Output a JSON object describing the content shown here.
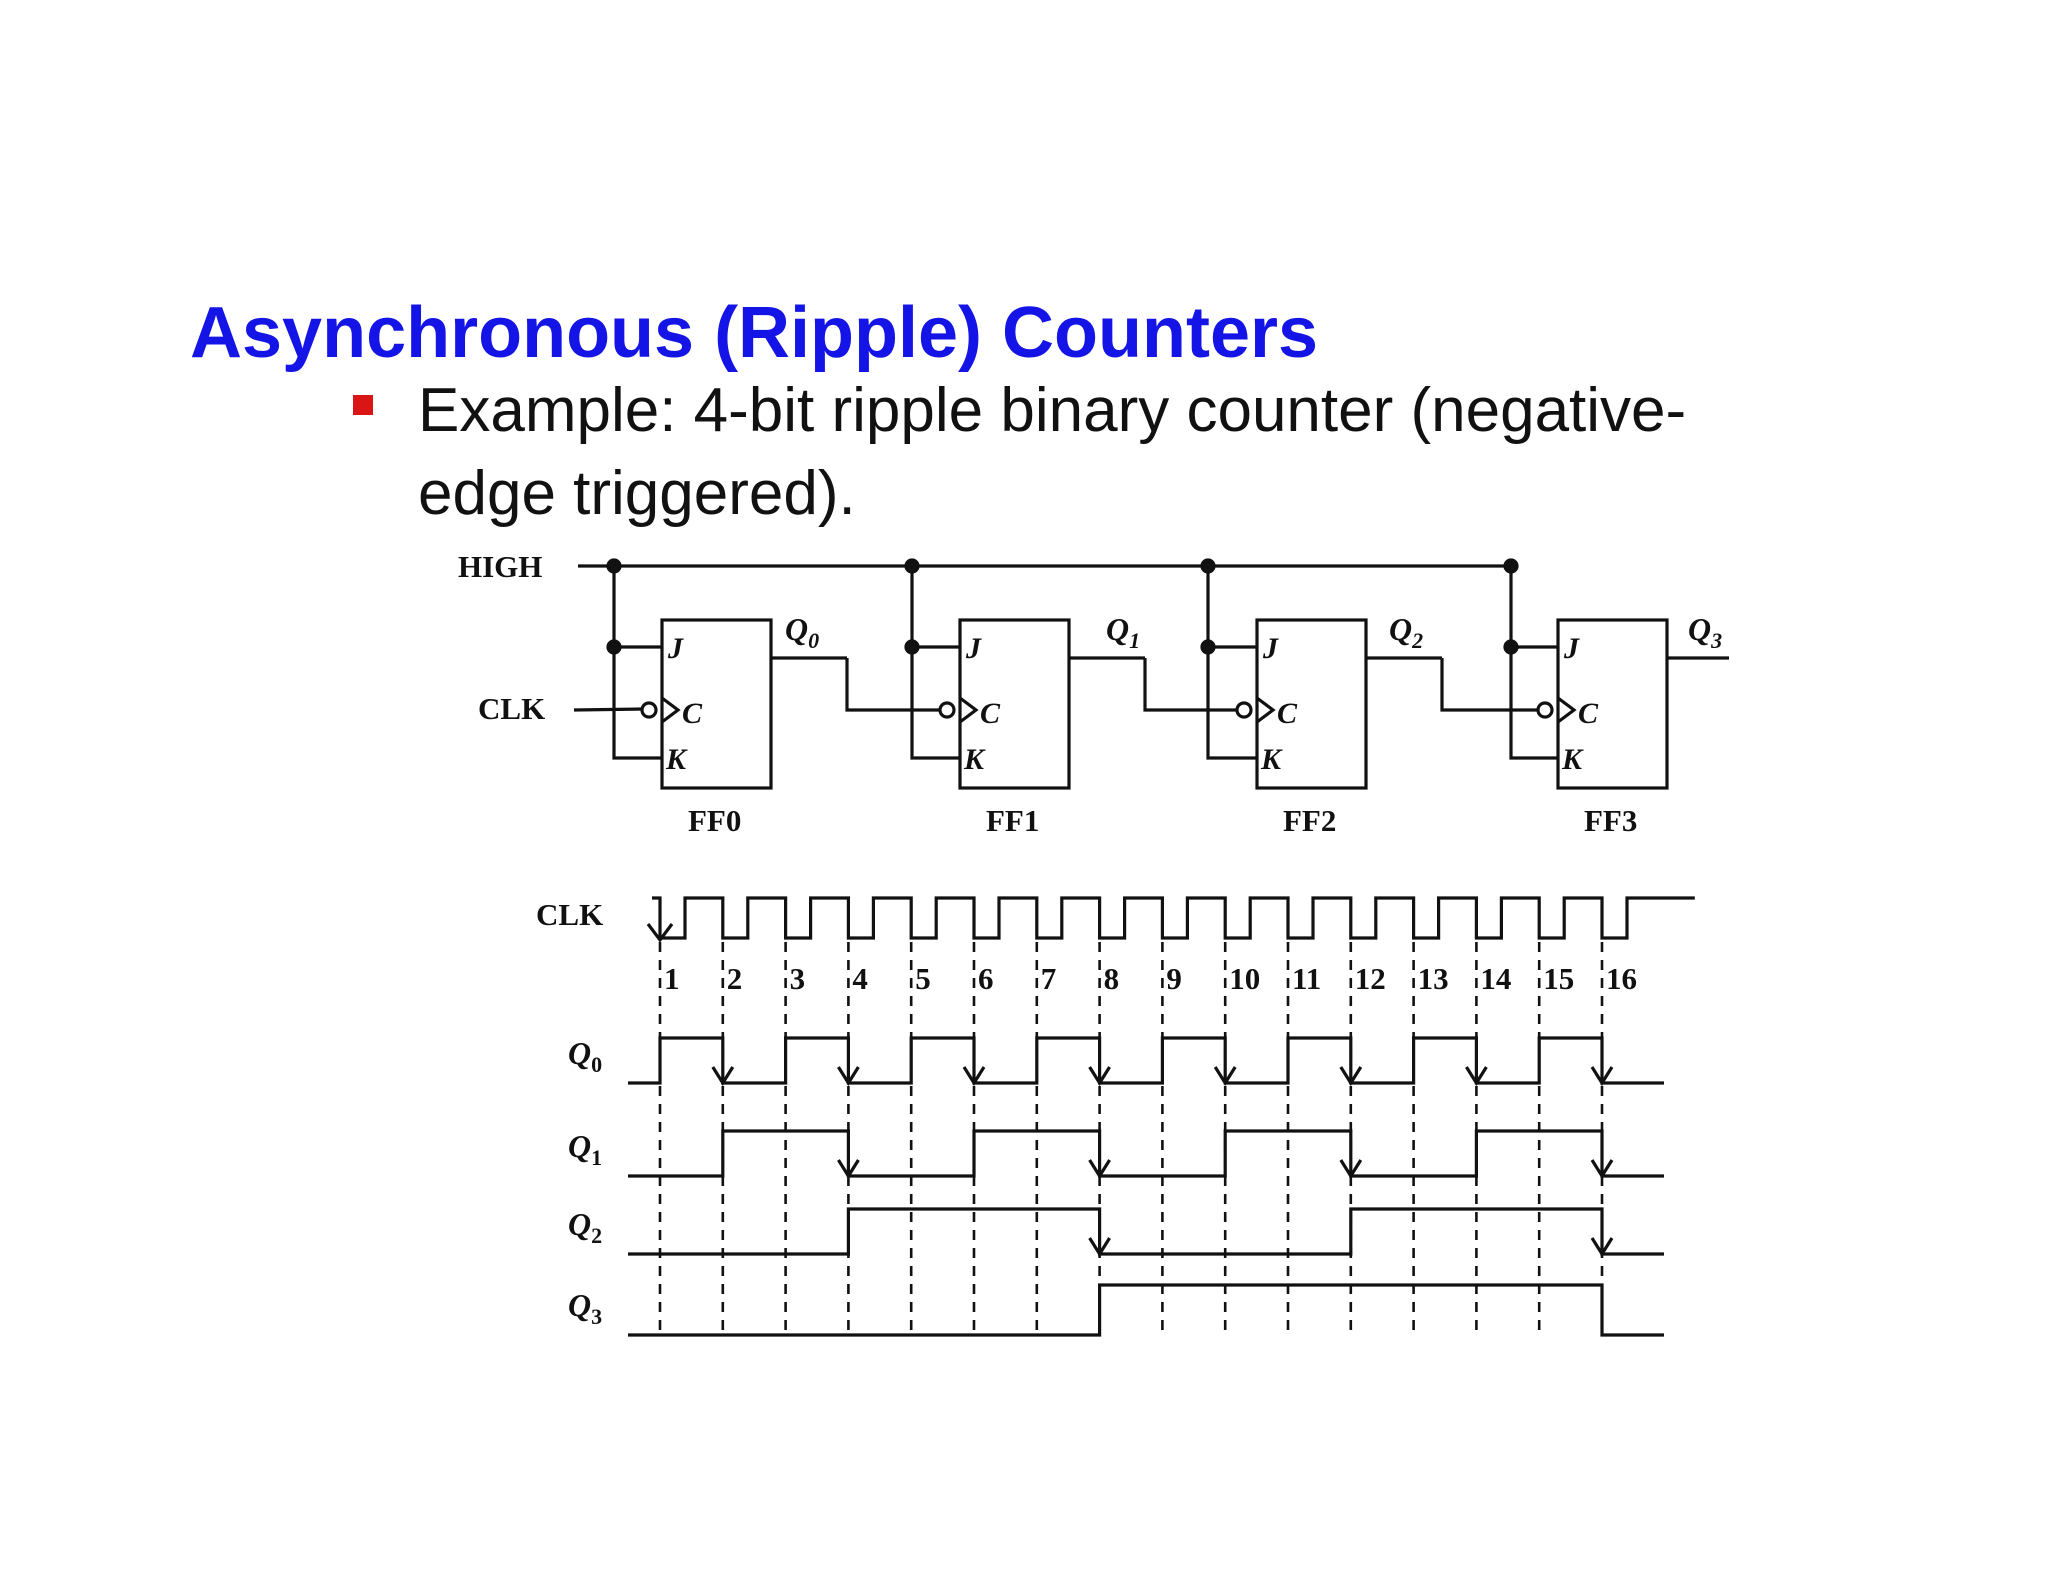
{
  "slide": {
    "title": "Asynchronous (Ripple) Counters",
    "bullet_line1": "Example: 4-bit ripple binary counter (negative-",
    "bullet_line2": "edge triggered)."
  },
  "circuit": {
    "high_label": "HIGH",
    "clk_label": "CLK",
    "pins": {
      "j": "J",
      "c": "C",
      "k": "K"
    },
    "flip_flops": [
      {
        "name": "FF0",
        "output": "Q",
        "sub": "0"
      },
      {
        "name": "FF1",
        "output": "Q",
        "sub": "1"
      },
      {
        "name": "FF2",
        "output": "Q",
        "sub": "2"
      },
      {
        "name": "FF3",
        "output": "Q",
        "sub": "3"
      }
    ]
  },
  "timing": {
    "clk_label": "CLK",
    "pulse_numbers": [
      "1",
      "2",
      "3",
      "4",
      "5",
      "6",
      "7",
      "8",
      "9",
      "10",
      "11",
      "12",
      "13",
      "14",
      "15",
      "16"
    ],
    "signals": [
      {
        "name": "Q",
        "sub": "0"
      },
      {
        "name": "Q",
        "sub": "1"
      },
      {
        "name": "Q",
        "sub": "2"
      },
      {
        "name": "Q",
        "sub": "3"
      }
    ]
  },
  "colors": {
    "title": "#1414e6",
    "bullet": "#d91515",
    "lines": "#111111"
  }
}
